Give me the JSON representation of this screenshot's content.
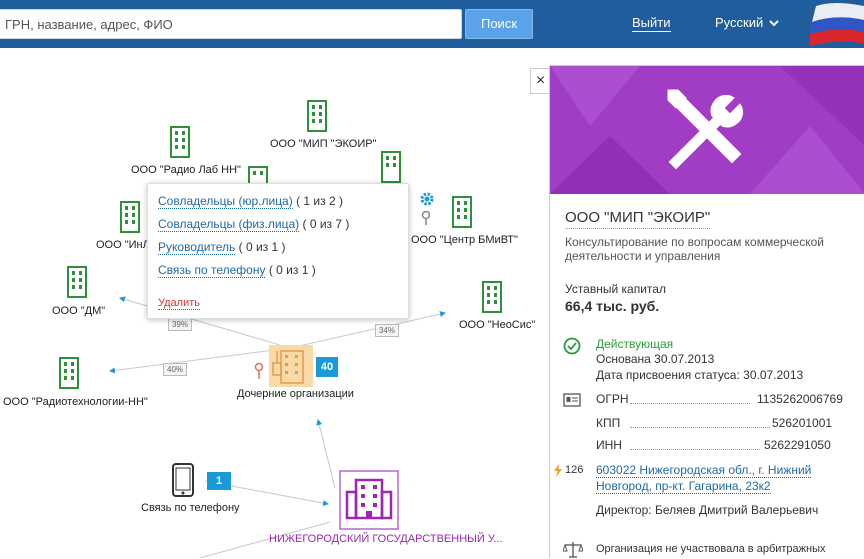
{
  "header": {
    "search_value": "ГРН, название, адрес, ФИО",
    "search_button": "Поиск",
    "logout": "Выйти",
    "language": "Русский",
    "language_chevron": "chevron-down-icon"
  },
  "graph": {
    "nodes": [
      {
        "label": "ООО \"Радио Лаб НН\""
      },
      {
        "label": "ООО \"МИП \"ЭКОИР\""
      },
      {
        "label": "ООО \"ИнЛе"
      },
      {
        "label": "ООО \"Центр БМиВТ\""
      },
      {
        "label": "ООО \"ДМ\""
      },
      {
        "label": "ООО \"НеоСис\""
      },
      {
        "label": "ООО \"Радиотехнологии-НН\""
      }
    ],
    "subsidiaries_label": "Дочерние организации",
    "subsidiaries_count": "40",
    "phone_label": "Связь по телефону",
    "phone_count": "1",
    "root_label": "НИЖЕГОРОДСКИЙ ГОСУДАРСТВЕННЫЙ У...",
    "percents": [
      "39%",
      "34%",
      "40%"
    ]
  },
  "popup": {
    "rows": [
      {
        "link": "Совладельцы (юр.лица)",
        "count": "( 1 из 2 )"
      },
      {
        "link": "Совладельцы (физ.лица)",
        "count": "( 0 из 7 )"
      },
      {
        "link": "Руководитель",
        "count": "( 0 из 1 )"
      },
      {
        "link": "Связь по телефону",
        "count": "( 0 из 1 )"
      }
    ],
    "delete": "Удалить"
  },
  "panel": {
    "close": "×",
    "name": "ООО \"МИП \"ЭКОИР\"",
    "activity": "Консультирование по вопросам коммерческой деятельности и управления",
    "capital_label": "Уставный капитал",
    "capital_value": "66,4 тыс. руб.",
    "status": "Действующая",
    "founded": "Основана 30.07.2013",
    "status_date": "Дата присвоения статуса: 30.07.2013",
    "ogrn_label": "ОГРН",
    "ogrn": "1135262006769",
    "kpp_label": "КПП",
    "kpp": "526201001",
    "inn_label": "ИНН",
    "inn": "5262291050",
    "address_count": "126",
    "address": "603022 Нижегородская обл., г. Нижний Новгород, пр-кт. Гагарина, 23к2",
    "director": "Директор: Беляев Дмитрий Валерьевич",
    "arbitration": "Организация не участвовала в арбитражных"
  },
  "colors": {
    "header_bg": "#1f5d9c",
    "accent": "#a03dc4",
    "node_green": "#2f8f3a",
    "link_blue": "#1e6aa8",
    "badge_blue": "#1a9bd7",
    "status_green": "#2a9d3a"
  }
}
